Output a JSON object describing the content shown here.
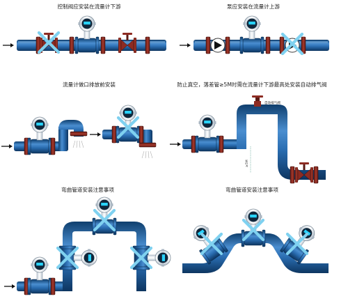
{
  "captions": {
    "p1": "控制阀应安装在流量计下游",
    "p2": "泵应安装在流量计上游",
    "p3": "流量计做口排放前安装",
    "p4": "防止真空，落差管≥5M时需在流量计下游最高处安装自动排气阀",
    "p5": "弯曲管道安装注意事项",
    "p6": "弯曲管道安装注意事项"
  },
  "labels": {
    "auto_vent": "自动排气阀",
    "drop_height": "≥5M"
  },
  "colors": {
    "pipe": "#1d5e9b",
    "pipe_light": "#4a8ed0",
    "flange": "#8d2b22",
    "meter_body": "#e9eef3",
    "display": "#0e2233",
    "cross": "#7fd1f0"
  },
  "icons": {
    "flow_arrow": "arrow-right-icon",
    "wrong_mark": "cross-icon",
    "meter": "flowmeter-icon",
    "valve": "valve-icon",
    "pump": "pump-icon"
  }
}
